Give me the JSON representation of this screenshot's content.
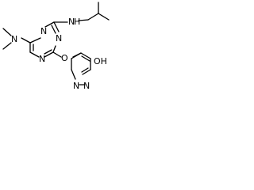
{
  "molecule": {
    "atoms": {
      "amine_nh": "N",
      "amine_h": "H",
      "ring_n_upper_left": "N",
      "ring_n_upper_right": "N",
      "ring_n_bottom": "N",
      "dimethylamino_n": "N",
      "ether_o": "O",
      "pyridazine_n_lower_left": "N",
      "pyridazine_n_right": "N",
      "hydroxyl": "OH"
    }
  }
}
